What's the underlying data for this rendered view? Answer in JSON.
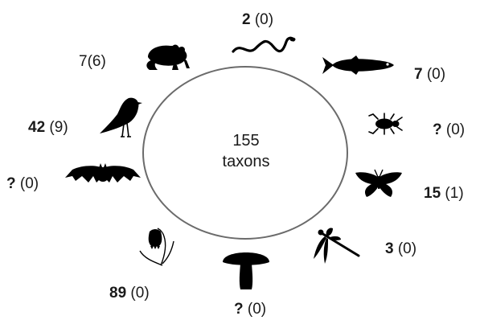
{
  "center": {
    "count": "155",
    "word": "taxons"
  },
  "groups": [
    {
      "icon": "snake-icon",
      "count": "2",
      "protected": "(0)"
    },
    {
      "icon": "fish-icon",
      "count": "7",
      "protected": "(0)"
    },
    {
      "icon": "beetle-icon",
      "count": "?",
      "protected": "(0)"
    },
    {
      "icon": "butterfly-icon",
      "count": "15",
      "protected": "(1)"
    },
    {
      "icon": "dragonfly-icon",
      "count": "3",
      "protected": "(0)"
    },
    {
      "icon": "mushroom-icon",
      "count": "?",
      "protected": "(0)"
    },
    {
      "icon": "flower-icon",
      "count": "89",
      "protected": "(0)"
    },
    {
      "icon": "bat-icon",
      "count": "?",
      "protected": "(0)"
    },
    {
      "icon": "bird-icon",
      "count": "42",
      "protected": "(9)"
    },
    {
      "icon": "frog-icon",
      "count": "7",
      "protected": "(6)"
    }
  ],
  "ink_color": "#000000"
}
